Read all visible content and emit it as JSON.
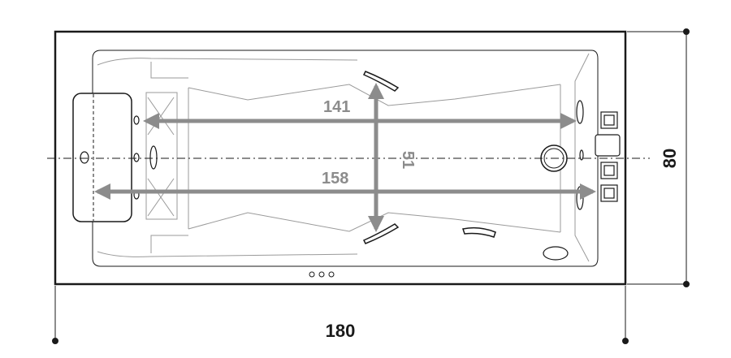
{
  "diagram": {
    "title": "",
    "outer": {
      "length_label": "180",
      "width_label": "80"
    },
    "inner": {
      "top_length_label": "141",
      "bottom_length_label": "158",
      "width_label": "51"
    },
    "colors": {
      "outline": "#1a1a1a",
      "inner_dimension": "#8c8c8c",
      "background": "#ffffff"
    },
    "icons": [
      "headrest-cushion-icon",
      "drain-icon",
      "control-panel-icon",
      "jet-icon",
      "handle-icon",
      "status-dots-icon"
    ]
  }
}
